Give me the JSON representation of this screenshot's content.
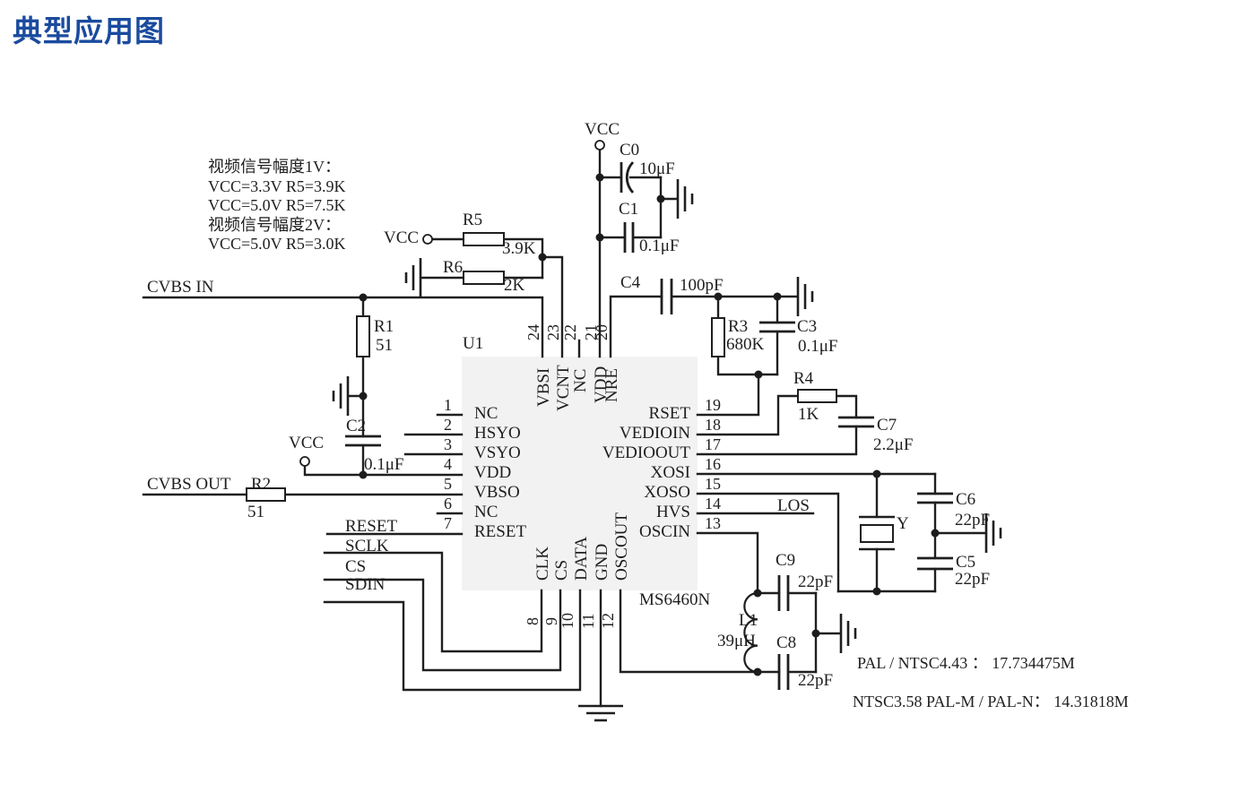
{
  "title": "典型应用图",
  "notes": [
    "视频信号幅度1V：",
    "VCC=3.3V R5=3.9K",
    "VCC=5.0V R5=7.5K",
    "视频信号幅度2V：",
    "VCC=5.0V R5=3.0K"
  ],
  "signals": {
    "vcc": "VCC",
    "cvbs_in": "CVBS  IN",
    "cvbs_out": "CVBS  OUT",
    "reset": "RESET",
    "sclk": "SCLK",
    "cs": "CS",
    "sdin": "SDIN",
    "los": "LOS"
  },
  "ic": {
    "designator": "U1",
    "part_number": "MS6460N",
    "top_pins": [
      {
        "num": "24",
        "name": "VBSI"
      },
      {
        "num": "23",
        "name": "VCNT"
      },
      {
        "num": "22",
        "name": "NC"
      },
      {
        "num": "21",
        "name": "VDD"
      },
      {
        "num": "20",
        "name": "NRE"
      }
    ],
    "left_pins": [
      {
        "num": "1",
        "name": "NC"
      },
      {
        "num": "2",
        "name": "HSYO"
      },
      {
        "num": "3",
        "name": "VSYO"
      },
      {
        "num": "4",
        "name": "VDD"
      },
      {
        "num": "5",
        "name": "VBSO"
      },
      {
        "num": "6",
        "name": "NC"
      },
      {
        "num": "7",
        "name": "RESET"
      }
    ],
    "right_pins": [
      {
        "num": "19",
        "name": "RSET"
      },
      {
        "num": "18",
        "name": "VEDIOIN"
      },
      {
        "num": "17",
        "name": "VEDIOOUT"
      },
      {
        "num": "16",
        "name": "XOSI"
      },
      {
        "num": "15",
        "name": "XOSO"
      },
      {
        "num": "14",
        "name": "HVS"
      },
      {
        "num": "13",
        "name": "OSCIN"
      }
    ],
    "bottom_pins": [
      {
        "num": "8",
        "name": "CLK"
      },
      {
        "num": "9",
        "name": "CS"
      },
      {
        "num": "10",
        "name": "DATA"
      },
      {
        "num": "11",
        "name": "GND"
      },
      {
        "num": "12",
        "name": "OSCOUT"
      }
    ]
  },
  "components": {
    "R1": {
      "ref": "R1",
      "value": "51"
    },
    "R2": {
      "ref": "R2",
      "value": "51"
    },
    "R3": {
      "ref": "R3",
      "value": "680K"
    },
    "R4": {
      "ref": "R4",
      "value": "1K"
    },
    "R5": {
      "ref": "R5",
      "value": "3.9K"
    },
    "R6": {
      "ref": "R6",
      "value": "2K"
    },
    "C0": {
      "ref": "C0",
      "value": "10μF"
    },
    "C1": {
      "ref": "C1",
      "value": "0.1μF"
    },
    "C2": {
      "ref": "C2",
      "value": "0.1μF"
    },
    "C3": {
      "ref": "C3",
      "value": "0.1μF"
    },
    "C4": {
      "ref": "C4",
      "value": "100pF"
    },
    "C5": {
      "ref": "C5",
      "value": "22pF"
    },
    "C6": {
      "ref": "C6",
      "value": "22pF"
    },
    "C7": {
      "ref": "C7",
      "value": "2.2μF"
    },
    "C8": {
      "ref": "C8",
      "value": "22pF"
    },
    "C9": {
      "ref": "C9",
      "value": "22pF"
    },
    "L1": {
      "ref": "L1",
      "value": "39μH"
    },
    "Y1": {
      "ref": "Y"
    }
  },
  "frequency_notes": [
    "PAL / NTSC4.43 ：  17.734475M",
    "NTSC3.58 PAL-M / PAL-N：  14.31818M"
  ],
  "colors": {
    "title": "#1a4b9e",
    "line": "#1f1f1f",
    "ic_fill": "#f2f2f2"
  }
}
